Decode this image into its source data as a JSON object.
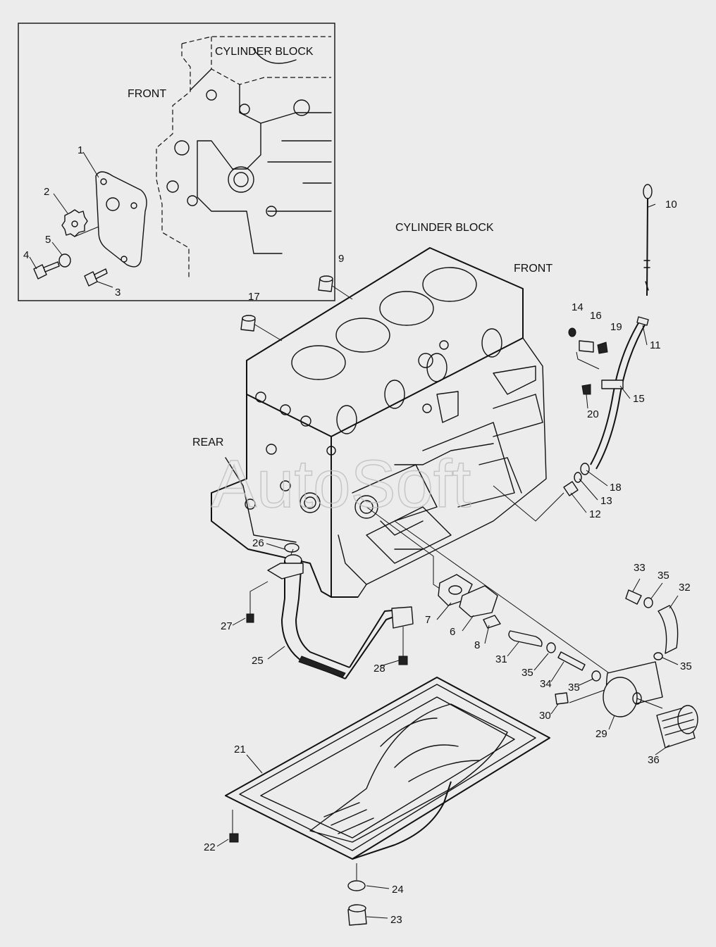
{
  "headings": {
    "inset_cylinder_block": "CYLINDER BLOCK",
    "inset_front": "FRONT",
    "main_cylinder_block": "CYLINDER BLOCK",
    "main_front": "FRONT",
    "rear": "REAR"
  },
  "watermark": "AutoSoft",
  "callouts": {
    "c1": "1",
    "c2": "2",
    "c3": "3",
    "c4": "4",
    "c5": "5",
    "c6": "6",
    "c7": "7",
    "c8": "8",
    "c9": "9",
    "c10": "10",
    "c11": "11",
    "c12": "12",
    "c13": "13",
    "c14": "14",
    "c15": "15",
    "c16": "16",
    "c17": "17",
    "c18": "18",
    "c19": "19",
    "c20": "20",
    "c21": "21",
    "c22": "22",
    "c23": "23",
    "c24": "24",
    "c25": "25",
    "c26": "26",
    "c27": "27",
    "c28": "28",
    "c29": "29",
    "c30": "30",
    "c31": "31",
    "c32": "32",
    "c33": "33",
    "c34": "34",
    "c35a": "35",
    "c35b": "35",
    "c35c": "35",
    "c35d": "35",
    "c36": "36"
  }
}
